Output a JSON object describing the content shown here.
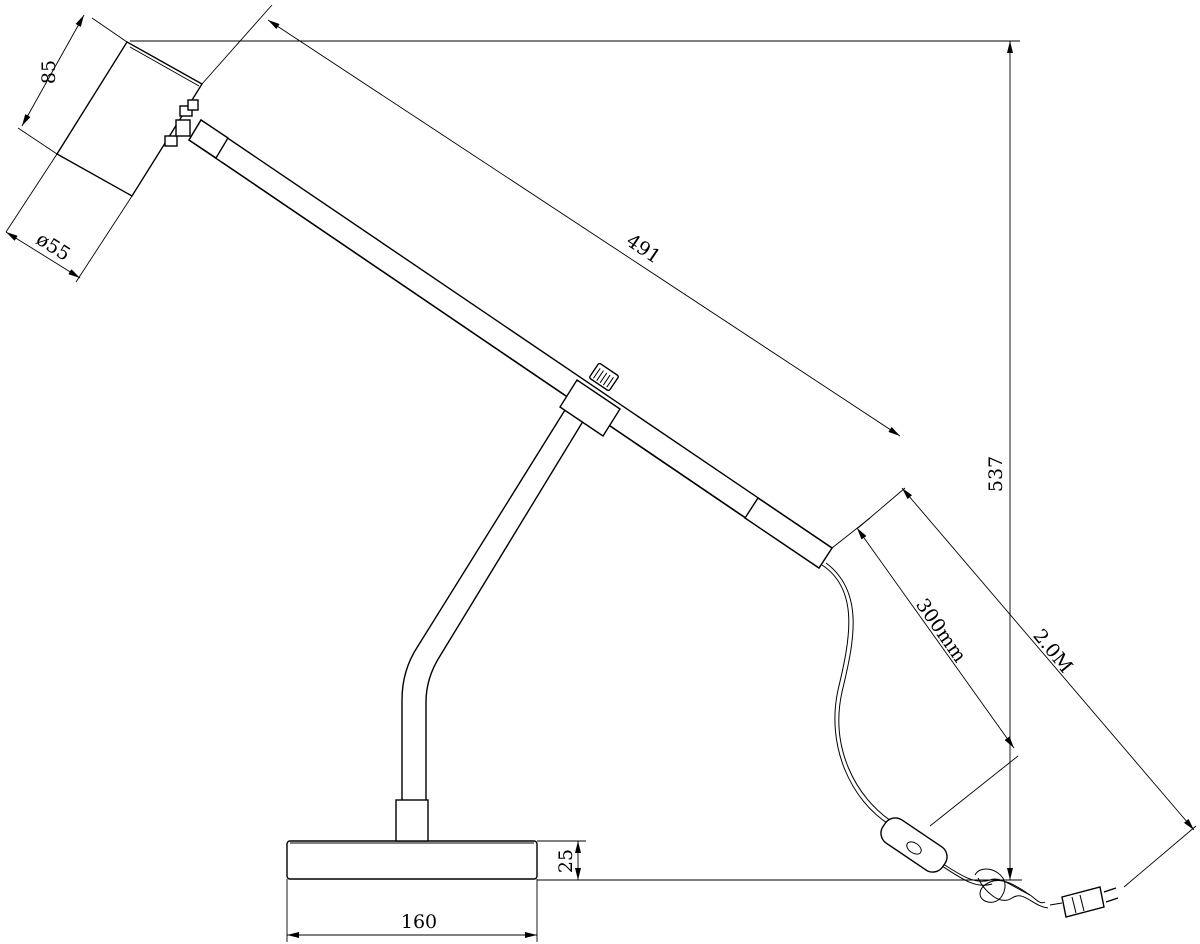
{
  "dimensions": {
    "head_length": "85",
    "head_diameter": "ø55",
    "arm_length": "491",
    "total_height": "537",
    "switch_distance": "300mm",
    "cable_length": "2.0M",
    "base_height": "25",
    "base_width": "160"
  }
}
